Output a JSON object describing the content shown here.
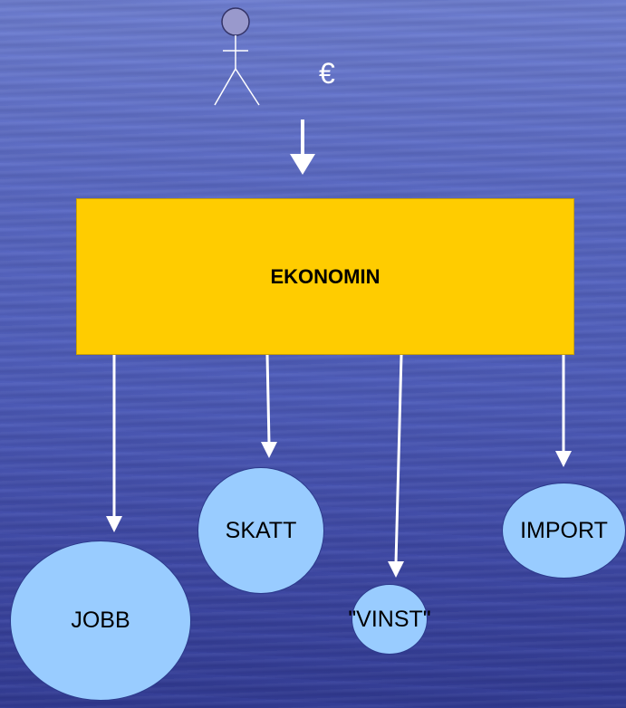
{
  "diagram": {
    "currency_symbol": "€",
    "center_label": "EKONOMIN",
    "nodes": {
      "jobb": "JOBB",
      "skatt": "SKATT",
      "vinst": "\"VINST\"",
      "import": "IMPORT"
    }
  },
  "colors": {
    "box_fill": "#ffcc00",
    "node_fill": "#99ccff",
    "arrow": "#ffffff",
    "person_fill": "#9999cc"
  },
  "icons": {
    "person": "stick-figure-icon"
  }
}
